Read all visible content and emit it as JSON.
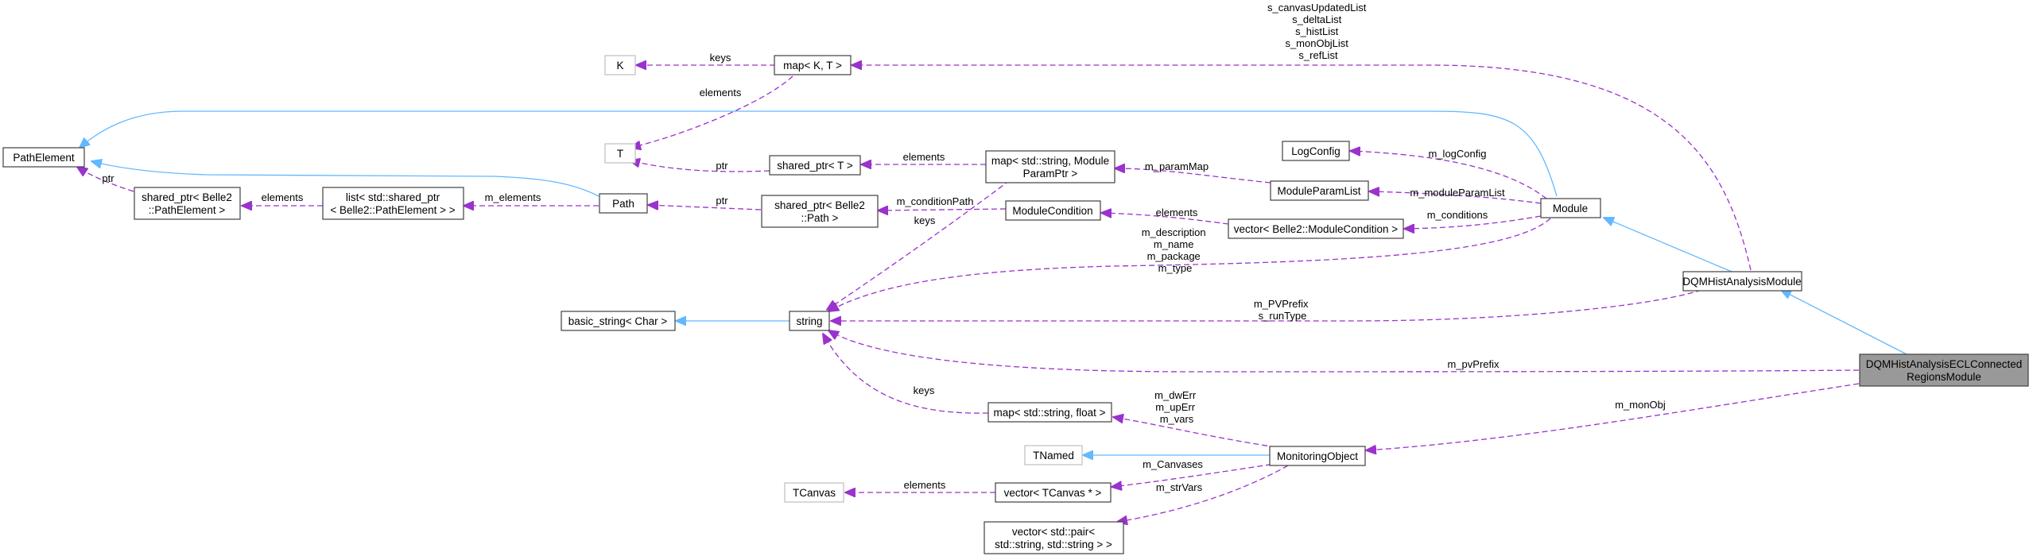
{
  "colors": {
    "inheritance_edge": "#63b8ff",
    "usage_edge": "#9a32cd",
    "node_border": "#404040",
    "external_node_border": "#bfbfbf",
    "focus_node_fill": "#999999"
  },
  "nodes": {
    "k": {
      "lines": [
        "K"
      ]
    },
    "t": {
      "lines": [
        "T"
      ]
    },
    "mapkt": {
      "lines": [
        "map< K, T >"
      ]
    },
    "pathelement": {
      "lines": [
        "PathElement"
      ]
    },
    "sp_pathelement": {
      "lines": [
        "shared_ptr< Belle2",
        "::PathElement >"
      ]
    },
    "list_sp": {
      "lines": [
        "list< std::shared_ptr",
        "< Belle2::PathElement > >"
      ]
    },
    "path": {
      "lines": [
        "Path"
      ]
    },
    "sp_t": {
      "lines": [
        "shared_ptr< T >"
      ]
    },
    "sp_path": {
      "lines": [
        "shared_ptr< Belle2",
        "::Path >"
      ]
    },
    "map_modparam": {
      "lines": [
        "map< std::string, Module",
        "ParamPtr >"
      ]
    },
    "logconfig": {
      "lines": [
        "LogConfig"
      ]
    },
    "moduleparamlist": {
      "lines": [
        "ModuleParamList"
      ]
    },
    "modulecondition": {
      "lines": [
        "ModuleCondition"
      ]
    },
    "vec_modcond": {
      "lines": [
        "vector< Belle2::ModuleCondition >"
      ]
    },
    "module": {
      "lines": [
        "Module"
      ]
    },
    "dqmhist": {
      "lines": [
        "DQMHistAnalysisModule"
      ]
    },
    "basic_string": {
      "lines": [
        "basic_string< Char >"
      ]
    },
    "string": {
      "lines": [
        "string"
      ]
    },
    "ecl": {
      "lines": [
        "DQMHistAnalysisECLConnected",
        "RegionsModule"
      ]
    },
    "map_float": {
      "lines": [
        "map< std::string, float >"
      ]
    },
    "tnamed": {
      "lines": [
        "TNamed"
      ]
    },
    "monobj": {
      "lines": [
        "MonitoringObject"
      ]
    },
    "tcanvas": {
      "lines": [
        "TCanvas"
      ]
    },
    "vec_tcanvas": {
      "lines": [
        "vector< TCanvas * >"
      ]
    },
    "vec_pair": {
      "lines": [
        "vector< std::pair<",
        "std::string, std::string > >"
      ]
    }
  },
  "edge_labels": {
    "keys_k": [
      "keys"
    ],
    "elements_t": [
      "elements"
    ],
    "s_lists": [
      "s_canvasUpdatedList",
      "s_deltaList",
      "s_histList",
      "s_monObjList",
      "s_refList"
    ],
    "ptr_pe": [
      "ptr"
    ],
    "elements_list": [
      "elements"
    ],
    "m_elements": [
      "m_elements"
    ],
    "ptr_t": [
      "ptr"
    ],
    "elements_spt": [
      "elements"
    ],
    "ptr_path": [
      "ptr"
    ],
    "m_conditionPath": [
      "m_conditionPath"
    ],
    "keys_map": [
      "keys"
    ],
    "m_paramMap": [
      "m_paramMap"
    ],
    "m_logConfig": [
      "m_logConfig"
    ],
    "m_moduleParamList": [
      "m_moduleParamList"
    ],
    "elements_cond": [
      "elements"
    ],
    "m_conditions": [
      "m_conditions"
    ],
    "module_strings": [
      "m_description",
      "m_name",
      "m_package",
      "m_type"
    ],
    "dqm_strings": [
      "m_PVPrefix",
      "s_runType"
    ],
    "m_pvPrefix": [
      "m_pvPrefix"
    ],
    "keys_float": [
      "keys"
    ],
    "float_vars": [
      "m_dwErr",
      "m_upErr",
      "m_vars"
    ],
    "m_monObj": [
      "m_monObj"
    ],
    "m_Canvases": [
      "m_Canvases"
    ],
    "elements_canvas": [
      "elements"
    ],
    "m_strVars": [
      "m_strVars"
    ]
  }
}
